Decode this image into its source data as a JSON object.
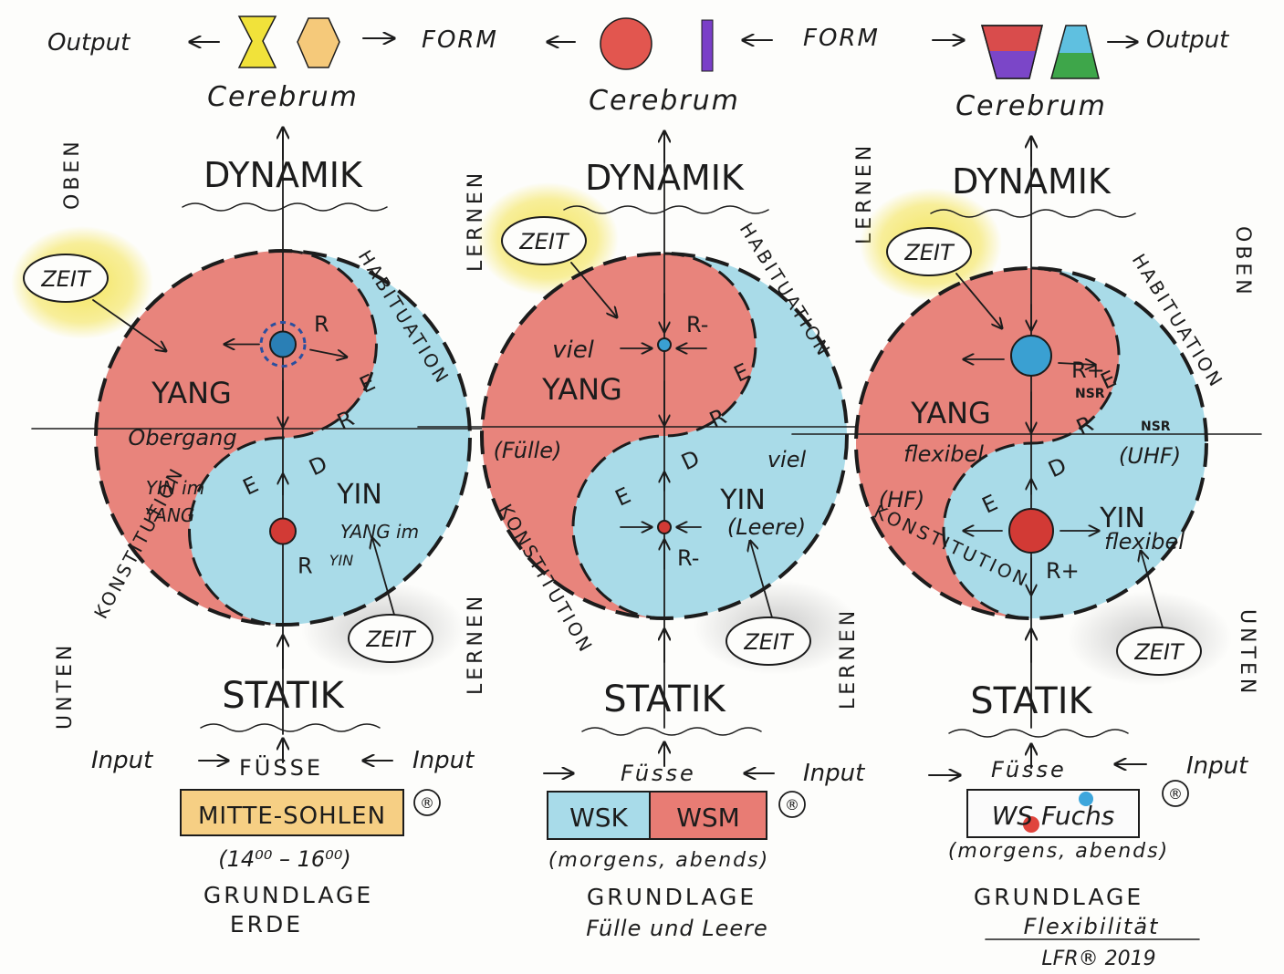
{
  "colors": {
    "yang_red": "#e8847c",
    "yin_blue": "#a9dbe8",
    "sun_yellow": "#f3e24a",
    "shadow_gray": "#c9c9c9",
    "ink": "#1c1c1c",
    "purple": "#7a4bc4",
    "green": "#3ea64a",
    "orange": "#f5c97a"
  },
  "top": {
    "output_left": "Output",
    "output_right": "Output",
    "form_left": "FORM",
    "form_right": "FORM",
    "shapes": [
      "yellow-hourglass",
      "orange-hexagon",
      "red-circle",
      "purple-bar",
      "multicolor-trapezoid",
      "multicolor-pyramid"
    ]
  },
  "labels": {
    "oben": "OBEN",
    "unten": "UNTEN",
    "lernen": "LERNEN",
    "konstitution": "KONSTITUTION",
    "habituation": "HABITUATION",
    "cerebrum": "Cerebrum",
    "dynamik": "DYNAMIK",
    "statik": "STATIK",
    "zeit": "ZEIT",
    "yang": "YANG",
    "yin": "YIN",
    "erde": [
      "E",
      "R",
      "D",
      "E"
    ],
    "input": "Input",
    "fusse_caps": "FÜSSE",
    "fusse": "Füsse"
  },
  "panels": [
    {
      "yang_sub": "Obergang",
      "yin_in_yang": [
        "YIN im",
        "YANG"
      ],
      "yang_in_yin": [
        "YANG im",
        "YIN"
      ],
      "r_top": "R",
      "r_bottom": "R",
      "product": "MITTE-SOHLEN",
      "times": "(14⁰⁰ – 16⁰⁰)",
      "grundlage": "GRUNDLAGE",
      "grundlage_sub": "ERDE"
    },
    {
      "yang_pre": "viel",
      "yang_sub": "(Fülle)",
      "yin_pre": "viel",
      "yin_sub": "(Leere)",
      "r_top": "R-",
      "r_bottom": "R-",
      "product_a": "WSK",
      "product_b": "WSM",
      "times": "(morgens, abends)",
      "grundlage": "GRUNDLAGE",
      "grundlage_sub": "Fülle und Leere"
    },
    {
      "yang_sub": "flexibel",
      "yang_sub2": "(HF)",
      "yin_sub": "flexibel",
      "yin_sub2": "(UHF)",
      "r_top": "R+",
      "r_bottom": "R+",
      "nsr": "NSR",
      "product": "WS Fuchs",
      "times": "(morgens, abends)",
      "grundlage": "GRUNDLAGE",
      "grundlage_sub": "Flexibilität",
      "signature": "LFR®  2019"
    }
  ],
  "registered": "®"
}
